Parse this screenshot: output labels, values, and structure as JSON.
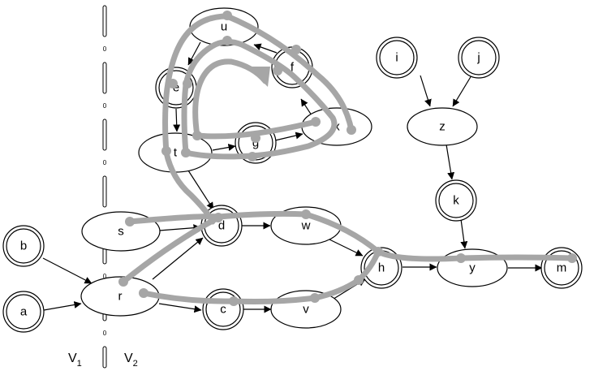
{
  "nodes": {
    "u": "u",
    "e": "e",
    "f": "f",
    "t": "t",
    "g": "g",
    "x": "x",
    "s": "s",
    "d": "d",
    "w": "w",
    "b": "b",
    "r": "r",
    "h": "h",
    "a": "a",
    "c": "c",
    "v": "v",
    "i": "i",
    "j": "j",
    "z": "z",
    "k": "k",
    "y": "y",
    "m": "m"
  },
  "partition": {
    "left_main": "V",
    "left_sub": "1",
    "right_main": "V",
    "right_sub": "2",
    "gap_mark": "0"
  },
  "colors": {
    "path": "#a6a6a6",
    "edge": "#000000"
  }
}
